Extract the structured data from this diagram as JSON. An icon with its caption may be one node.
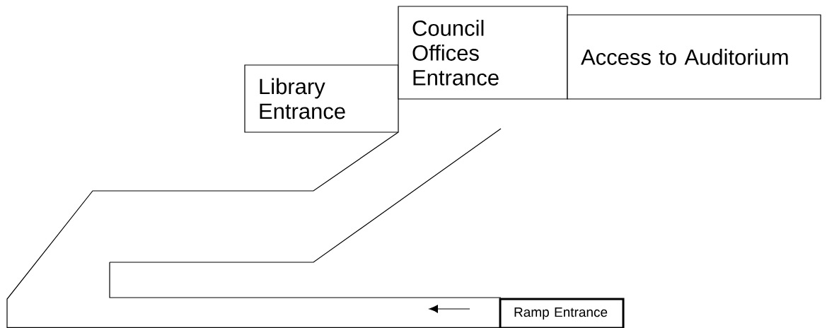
{
  "diagram": {
    "nodes": [
      {
        "text": [
          "Library Entrance"
        ]
      },
      {
        "text": [
          "Council Offices Entrance"
        ]
      },
      {
        "text": [
          "Access to Auditorium"
        ]
      },
      {
        "text": [
          "Ramp Entrance"
        ]
      }
    ]
  }
}
